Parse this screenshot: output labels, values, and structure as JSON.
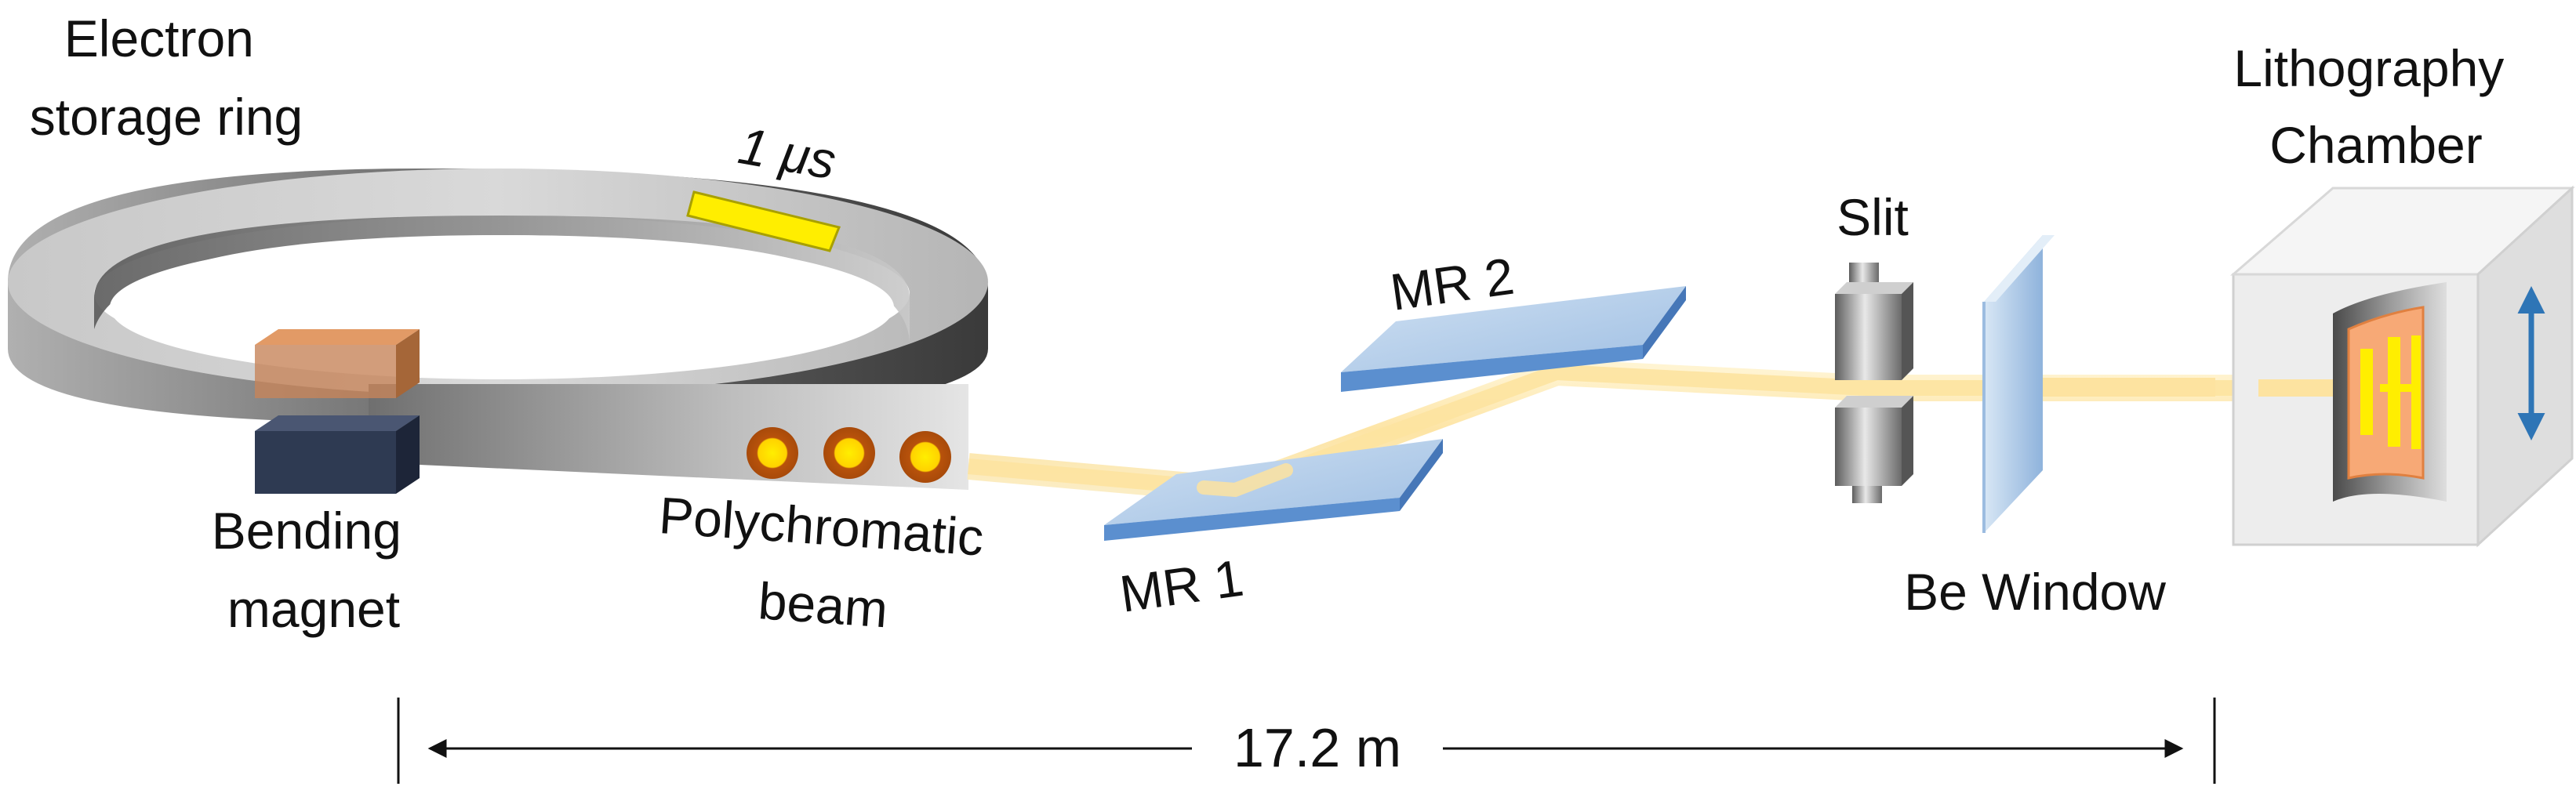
{
  "labels": {
    "ring": [
      "Electron",
      "storage ring"
    ],
    "pulse": "1 μs",
    "bending_magnet": [
      "Bending",
      "magnet"
    ],
    "beam": [
      "Polychromatic",
      "beam"
    ],
    "mr1": "MR 1",
    "mr2": "MR 2",
    "slit": "Slit",
    "be_window": "Be Window",
    "chamber": [
      "Lithography",
      "Chamber"
    ],
    "distance": "17.2 m"
  },
  "colors": {
    "beam": "#fde3a0",
    "mirror": "#a9c9ea",
    "mirror_dark": "#5b8fcf",
    "window": "#a9c9ea",
    "magnet_top": "#c7855a",
    "magnet_bottom": "#2e3a52",
    "pulse": "#ffee00",
    "target": "#f7a976",
    "arrow": "#2e75b6",
    "ring": "#808080"
  },
  "icons": {
    "beam_spots": "beam-spot-icon",
    "chamber_motion": "double-arrow-icon"
  }
}
